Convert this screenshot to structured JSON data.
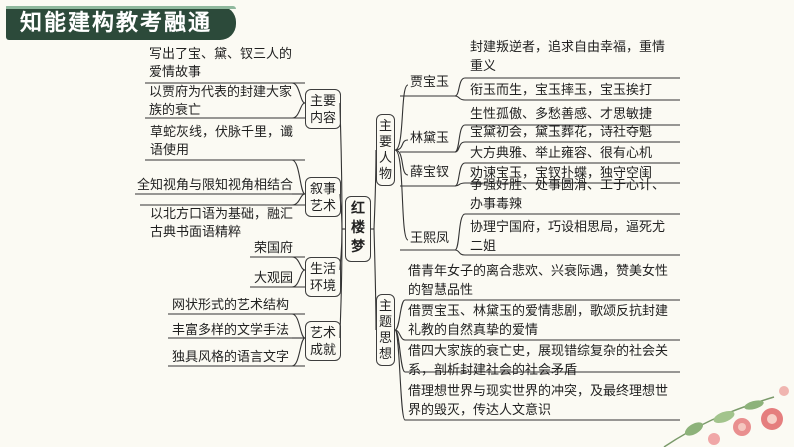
{
  "title": "知能建构教考融通",
  "center": "红楼梦",
  "left_groups": [
    {
      "label": "主要内容",
      "items": [
        "写出了宝、黛、钗三人的爱情故事",
        "以贾府为代表的封建大家族的衰亡"
      ]
    },
    {
      "label": "叙事艺术",
      "items": [
        "草蛇灰线，伏脉千里，谶语使用",
        "全知视角与限知视角相结合",
        "以北方口语为基础，融汇古典书面语精粹"
      ]
    },
    {
      "label": "生活环境",
      "items": [
        "荣国府",
        "大观园"
      ]
    },
    {
      "label": "艺术成就",
      "items": [
        "网状形式的艺术结构",
        "丰富多样的文学手法",
        "独具风格的语言文字"
      ]
    }
  ],
  "right_groups": [
    {
      "label": "主要人物",
      "characters": [
        {
          "name": "贾宝玉",
          "traits": [
            "封建叛逆者，追求自由幸福，重情重义",
            "衔玉而生，宝玉摔玉，宝玉挨打"
          ]
        },
        {
          "name": "林黛玉",
          "traits": [
            "生性孤傲、多愁善感、才思敏捷",
            "宝黛初会，黛玉葬花，诗社夺魁"
          ]
        },
        {
          "name": "薛宝钗",
          "traits": [
            "大方典雅、举止雍容、很有心机",
            "劝谏宝玉，宝钗扑蝶，独守空闺"
          ]
        },
        {
          "name": "王熙凤",
          "traits": [
            "争强好胜、处事圆滑、工于心计、办事毒辣",
            "协理宁国府，巧设相思局，逼死尤二姐"
          ]
        }
      ]
    },
    {
      "label": "主题思想",
      "items": [
        "借青年女子的离合悲欢、兴衰际遇，赞美女性的智慧品性",
        "借贾宝玉、林黛玉的爱情悲剧，歌颂反抗封建礼教的自然真挚的爱情",
        "借四大家族的衰亡史，展现错综复杂的社会关系，剖析封建社会的社会矛盾",
        "借理想世界与现实世界的冲突，及最终理想世界的毁灭，传达人文意识"
      ]
    }
  ]
}
